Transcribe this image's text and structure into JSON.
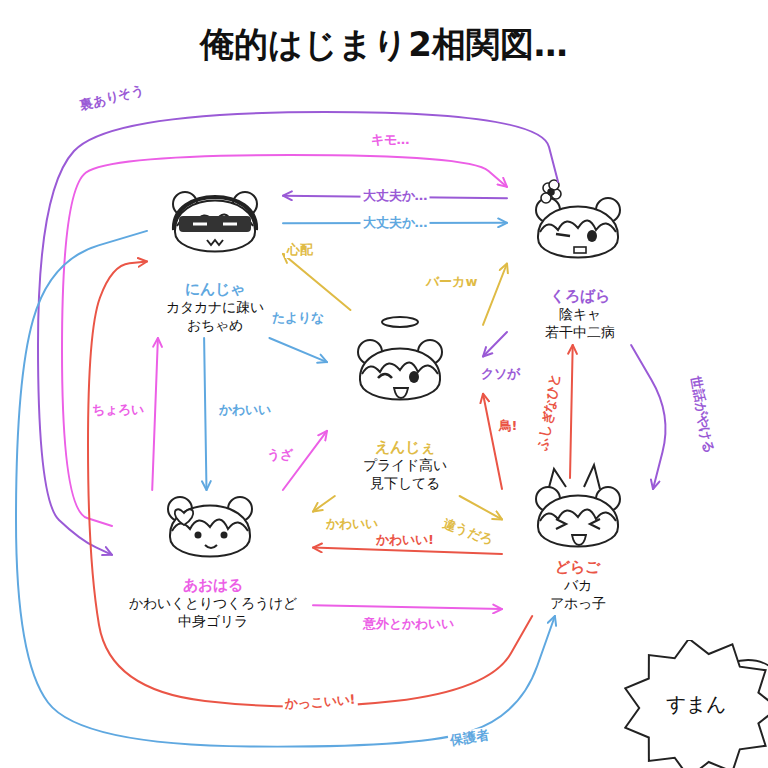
{
  "diagram": {
    "title": "俺的はじまり2相関図…",
    "nodes": [
      {
        "text": [
          "にんじゃ",
          "カタカナに疎い おちゃめ"
        ]
      },
      {
        "text": [
          "くろばら",
          "陰キャ 若干中二病"
        ]
      },
      {
        "text": [
          "えんじぇ",
          "プライド高い 見下してる"
        ]
      },
      {
        "text": [
          "あおはる",
          "かわいくとりつくろうけど 中身ゴリラ"
        ]
      },
      {
        "text": [
          "どらご",
          "バカ アホっ子"
        ]
      },
      {
        "text": [
          "すまん"
        ]
      }
    ],
    "edges": [
      {
        "from": 3,
        "to": 1,
        "label": "キモ…",
        "arrow": "to"
      },
      {
        "from": 1,
        "to": 3,
        "label": "裏ありそう",
        "arrow": "to"
      },
      {
        "from": 1,
        "to": 0,
        "label": "大丈夫か…",
        "arrow": "to"
      },
      {
        "from": 0,
        "to": 1,
        "label": "大丈夫か…",
        "arrow": "to"
      },
      {
        "from": 2,
        "to": 0,
        "label": "心配",
        "arrow": "to"
      },
      {
        "from": 2,
        "to": 1,
        "label": "バーカw",
        "arrow": "to"
      },
      {
        "from": 0,
        "to": 2,
        "label": "たよりな",
        "arrow": "to"
      },
      {
        "from": 1,
        "to": 2,
        "label": "クソが",
        "arrow": "to"
      },
      {
        "from": 3,
        "to": 0,
        "label": "ちょろい",
        "arrow": "to"
      },
      {
        "from": 0,
        "to": 3,
        "label": "かわいい",
        "arrow": "to"
      },
      {
        "from": 3,
        "to": 2,
        "label": "うざ",
        "arrow": "to"
      },
      {
        "from": 2,
        "to": 3,
        "label": "かわいい",
        "arrow": "to"
      },
      {
        "from": 2,
        "to": 4,
        "label": "違うだろ",
        "arrow": "to"
      },
      {
        "from": 4,
        "to": 2,
        "label": "鳥!",
        "arrow": "to"
      },
      {
        "from": 4,
        "to": 1,
        "label": "ふしぎなひと",
        "arrow": "to"
      },
      {
        "from": 1,
        "to": 4,
        "label": "世話がやける",
        "arrow": "to"
      },
      {
        "from": 4,
        "to": 3,
        "label": "かわいい!",
        "arrow": "to"
      },
      {
        "from": 3,
        "to": 4,
        "label": "意外とかわいい",
        "arrow": "to"
      },
      {
        "from": 4,
        "to": 0,
        "label": "かっこいい!",
        "arrow": "to"
      },
      {
        "from": 0,
        "to": 4,
        "label": "保護者",
        "arrow": "to"
      }
    ]
  }
}
